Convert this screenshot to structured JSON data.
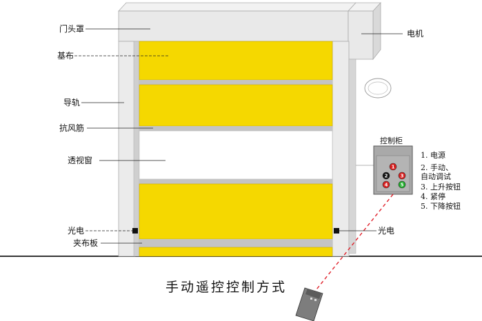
{
  "labels": {
    "door_head": "门头罩",
    "base_cloth": "基布",
    "guide_rail": "导轨",
    "wind_rib": "抗风筋",
    "window": "透视窗",
    "photo_left": "光电",
    "clamp_plate": "夹布板",
    "motor": "电机",
    "photo_right": "光电"
  },
  "cabinet": {
    "title": "控制柜",
    "buttons": [
      "1",
      "2",
      "3",
      "4",
      "5"
    ],
    "legend": [
      "1. 电源",
      "2. 手动、",
      "自动调试",
      "3. 上升按钮",
      "4. 紧停",
      "5. 下降按钮"
    ]
  },
  "caption": "手动遥控控制方式",
  "colors": {
    "cloth": "#f5d800",
    "frame": "#e6e6e6",
    "rib": "#c4c4c4",
    "button_red": "#d81e1e",
    "button_green": "#1fae2a",
    "button_black": "#111111",
    "beam": "#e0202a"
  }
}
